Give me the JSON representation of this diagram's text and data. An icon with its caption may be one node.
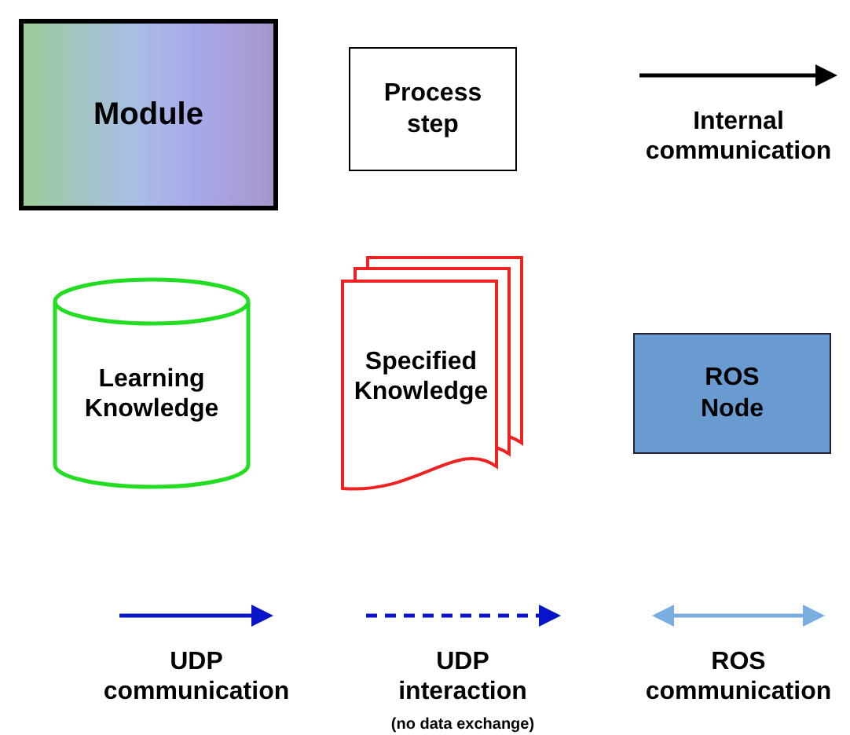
{
  "diagram": {
    "nodes": [
      {
        "text": [
          "Module"
        ]
      },
      {
        "text": [
          "Process step"
        ]
      },
      {
        "text": [
          "Learning Knowledge"
        ]
      },
      {
        "text": [
          "Specified Knowledge"
        ]
      },
      {
        "text": [
          "ROS Node"
        ]
      }
    ],
    "labels": [
      "(no data exchange)"
    ],
    "legend": [
      {
        "text": "Internal communication"
      },
      {
        "text": "UDP communication"
      },
      {
        "text": "UDP interaction"
      },
      {
        "text": "ROS communication"
      }
    ]
  }
}
